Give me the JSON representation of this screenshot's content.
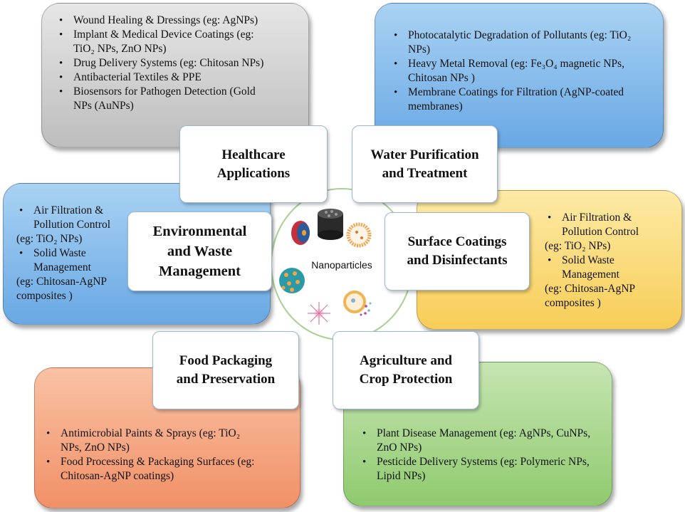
{
  "center": {
    "label": "Nanoparticles"
  },
  "panels": {
    "healthcare": {
      "title": "Healthcare\nApplications",
      "items": [
        "Wound Healing & Dressings (eg: AgNPs)",
        "Implant & Medical Device Coatings (eg: TiO₂ NPs, ZnO NPs)",
        "Drug Delivery Systems (eg: Chitosan NPs)",
        "Antibacterial Textiles & PPE",
        "Biosensors for Pathogen Detection (Gold NPs (AuNPs)"
      ]
    },
    "water": {
      "title": "Water Purification\nand Treatment",
      "items": [
        "Photocatalytic Degradation of Pollutants (eg: TiO₂ NPs)",
        "Heavy Metal Removal (eg: Fe₃O₄ magnetic NPs, Chitosan NPs )",
        "Membrane Coatings for Filtration (AgNP-coated membranes)"
      ]
    },
    "environmental": {
      "title": "Environmental\nand Waste\nManagement",
      "item1": "Air Filtration & Pollution Control",
      "note1": "(eg: TiO₂ NPs)",
      "item2": "Solid Waste Management",
      "note2": "(eg: Chitosan-AgNP composites )"
    },
    "surface": {
      "title": "Surface Coatings\nand Disinfectants",
      "item1": "Air Filtration & Pollution Control",
      "note1": "(eg: TiO₂ NPs)",
      "item2": "Solid Waste Management",
      "note2": "(eg: Chitosan-AgNP composites )"
    },
    "food": {
      "title": "Food Packaging\nand Preservation",
      "items": [
        "Antimicrobial Paints & Sprays (eg: TiO₂ NPs, ZnO NPs)",
        "Food Processing & Packaging Surfaces (eg: Chitosan-AgNP coatings)"
      ]
    },
    "agriculture": {
      "title": "Agriculture and\nCrop Protection",
      "items": [
        "Plant Disease Management (eg: AgNPs, CuNPs, ZnO NPs)",
        "Pesticide Delivery Systems (eg: Polymeric NPs, Lipid NPs)"
      ]
    }
  },
  "colors": {
    "healthcare": "#bdbdbd",
    "water": "#69a8e4",
    "environmental": "#69a8e4",
    "surface": "#f7cd57",
    "food": "#f19067",
    "agriculture": "#8fca6e"
  }
}
